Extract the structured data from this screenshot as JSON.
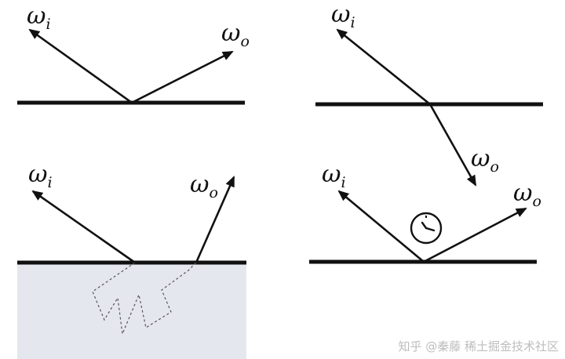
{
  "labels": {
    "incoming": "ω",
    "incoming_sub": "i",
    "outgoing": "ω",
    "outgoing_sub": "o"
  },
  "watermark": "知乎 @秦藤  稀土掘金技术社区",
  "colors": {
    "line": "#111111",
    "subsurface_fill": "#e5e7ee",
    "scatter_path": "#555555",
    "watermark": "#bdbdbd"
  },
  "icons": [
    "clock-icon"
  ]
}
